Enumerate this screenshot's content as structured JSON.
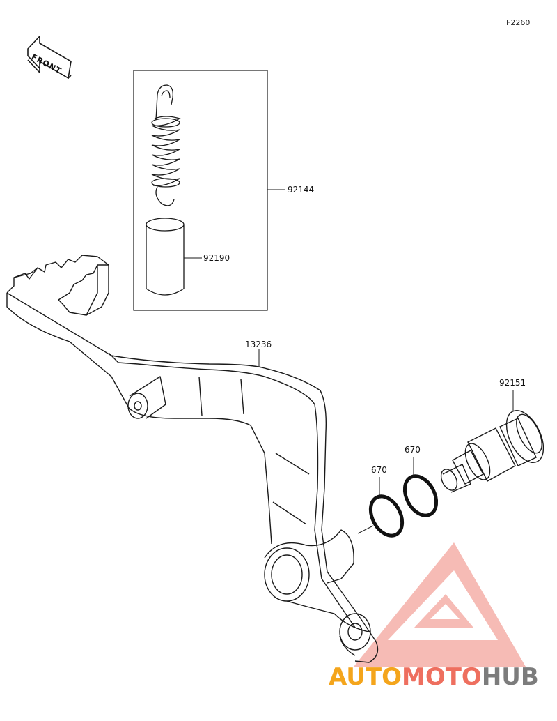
{
  "figure_code": "F2260",
  "front_label": "FRONT",
  "parts": [
    {
      "number": "92144"
    },
    {
      "number": "92190"
    },
    {
      "number": "13236"
    },
    {
      "number": "92151"
    },
    {
      "number": "670"
    },
    {
      "number": "670"
    }
  ],
  "watermark": {
    "part1": "AUTO",
    "part2": "MOTO",
    "part3": "HUB"
  },
  "colors": {
    "line": "#1a1a1a",
    "logo_red": "#f08a80",
    "wm_orange": "#f4a51c",
    "wm_red": "#ee6f5f",
    "wm_grey": "#7c7c7c"
  }
}
